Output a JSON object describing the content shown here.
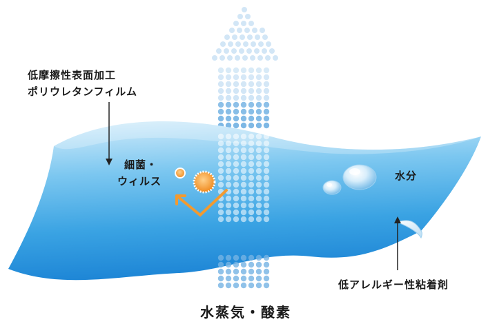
{
  "labels": {
    "film_line1": "低摩擦性表面加工",
    "film_line2": "ポリウレタンフィルム",
    "bacteria_line1": "細菌・",
    "bacteria_line2": "ウィルス",
    "water": "水分",
    "adhesive": "低アレルギー性粘着剤",
    "vapor_oxygen": "水蒸気・酸素"
  },
  "colors": {
    "film_light": "#cfe9fa",
    "film_mid": "#5cb8ec",
    "film_dark": "#1e86d6",
    "dot_light": "#c3def3",
    "dot_mid": "#74b3e3",
    "bacteria_orange": "#f08a1e",
    "arrow_line": "#222222"
  },
  "icons": {
    "upward_arrow": "dotted-up-arrow-icon",
    "bacteria": "bacteria-icon",
    "water_drop": "water-drop-icon",
    "deflect": "deflect-chevron-icon"
  }
}
